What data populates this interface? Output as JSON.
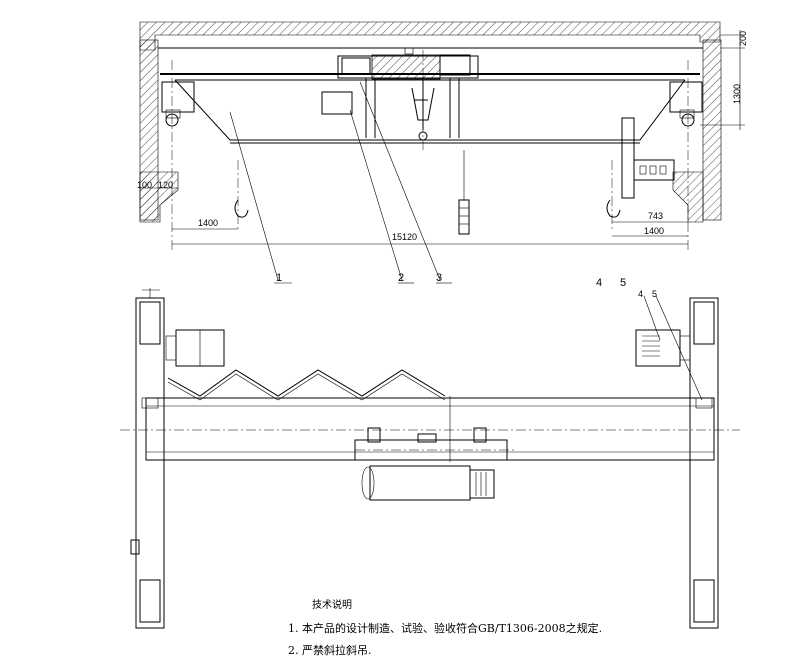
{
  "drawing": {
    "dimensions": {
      "top_gap": "200",
      "height": "1300",
      "left_offset_a": "100",
      "left_offset_b": "120",
      "left_hook": "1400",
      "span": "15120",
      "right_hook": "1400",
      "right_offset": "743"
    },
    "callouts": {
      "c1": "1",
      "c2": "2",
      "c3": "3",
      "c4": "4",
      "c5": "5"
    },
    "notes": {
      "title": "技术说明",
      "line1": "1. 本产品的设计制造、试验、验收符合GB/T1306-2008之规定.",
      "line2": "2. 严禁斜拉斜吊."
    }
  }
}
